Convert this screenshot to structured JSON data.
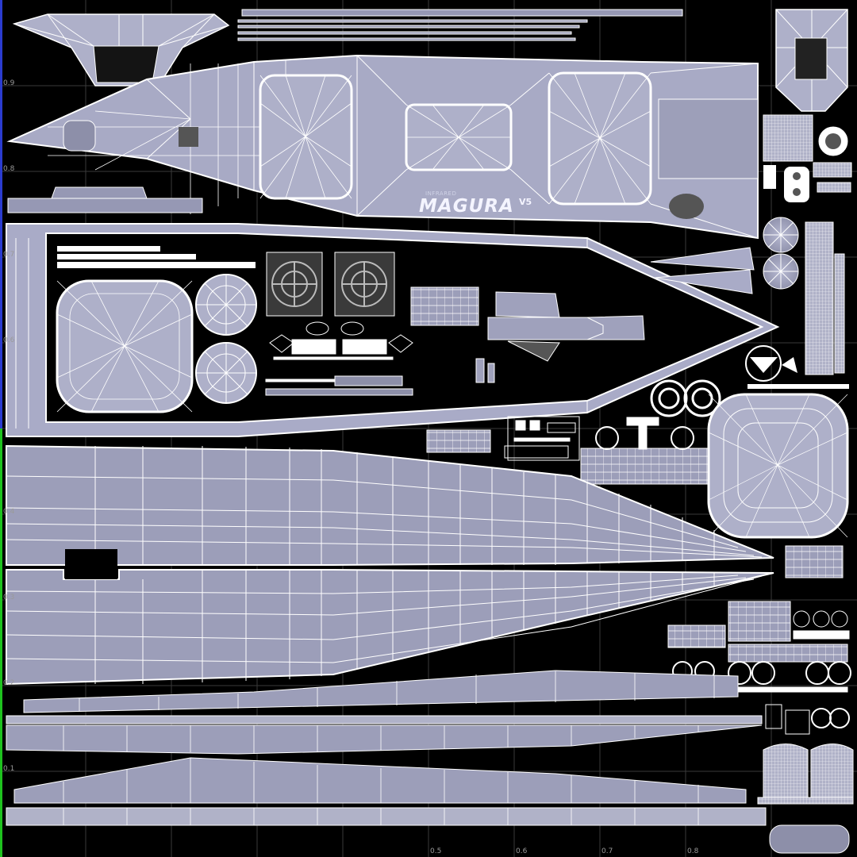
{
  "viewport": {
    "colors": {
      "background": "#000000",
      "shell": "#a9abc7",
      "shell_dark": "#8d8fa9",
      "wire": "#ffffff",
      "grid": "#3a3a3a",
      "v_axis_blue": "#2b3ccf",
      "v_axis_green": "#1ec21e"
    }
  },
  "axis": {
    "v_labels": [
      "0.9",
      "0.8",
      "0.7",
      "0.6",
      "0.4",
      "0.3",
      "0.2",
      "0.1"
    ],
    "u_labels": [
      "0.5",
      "0.6",
      "0.7",
      "0.8"
    ]
  },
  "branding": {
    "small": "INFRARED",
    "big": "MAGURA",
    "version": "V5"
  }
}
